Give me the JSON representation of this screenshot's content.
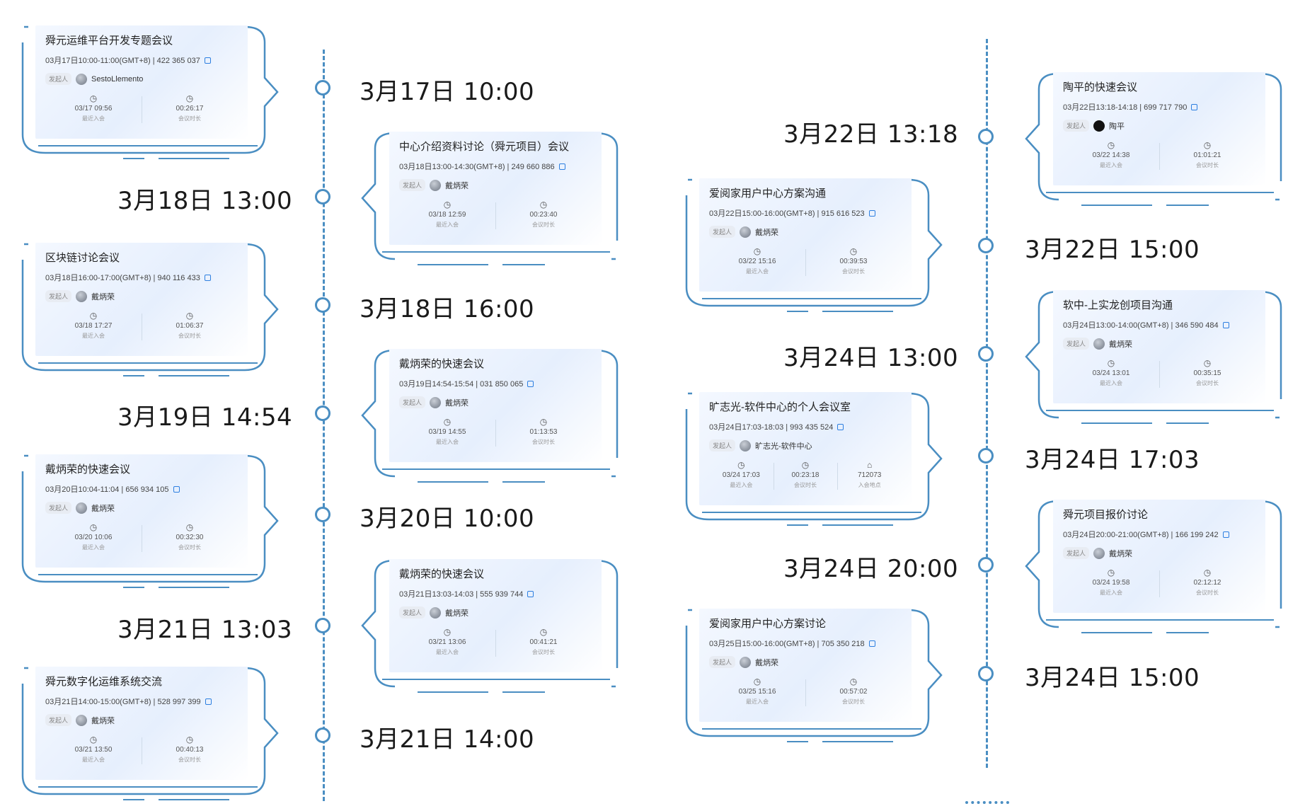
{
  "timeline_left": {
    "times": [
      "3月17日  10:00",
      "3月18日  13:00",
      "3月18日  16:00",
      "3月19日  14:54",
      "3月20日  10:00",
      "3月21日  13:03",
      "3月21日  14:00"
    ],
    "cards": [
      {
        "title": "舜元运维平台开发专题会议",
        "info": "03月17日10:00-11:00(GMT+8) | 422 365 037",
        "host_tag": "发起人",
        "host": "SestoLlemento",
        "stats": [
          {
            "icon": "clock",
            "value": "03/17 09:56",
            "label": "最近入会"
          },
          {
            "icon": "clock",
            "value": "00:26:17",
            "label": "会议时长"
          }
        ]
      },
      {
        "title": "中心介绍资料讨论（舜元项目）会议",
        "info": "03月18日13:00-14:30(GMT+8) | 249 660 886",
        "host_tag": "发起人",
        "host": "戴炳荣",
        "stats": [
          {
            "icon": "clock",
            "value": "03/18 12:59",
            "label": "最近入会"
          },
          {
            "icon": "clock",
            "value": "00:23:40",
            "label": "会议时长"
          }
        ]
      },
      {
        "title": "区块链讨论会议",
        "info": "03月18日16:00-17:00(GMT+8) | 940 116 433",
        "host_tag": "发起人",
        "host": "戴炳荣",
        "stats": [
          {
            "icon": "clock",
            "value": "03/18 17:27",
            "label": "最近入会"
          },
          {
            "icon": "clock",
            "value": "01:06:37",
            "label": "会议时长"
          }
        ]
      },
      {
        "title": "戴炳荣的快速会议",
        "info": "03月19日14:54-15:54 | 031 850 065",
        "host_tag": "发起人",
        "host": "戴炳荣",
        "stats": [
          {
            "icon": "clock",
            "value": "03/19 14:55",
            "label": "最近入会"
          },
          {
            "icon": "clock",
            "value": "01:13:53",
            "label": "会议时长"
          }
        ]
      },
      {
        "title": "戴炳荣的快速会议",
        "info": "03月20日10:04-11:04 | 656 934 105",
        "host_tag": "发起人",
        "host": "戴炳荣",
        "stats": [
          {
            "icon": "clock",
            "value": "03/20 10:06",
            "label": "最近入会"
          },
          {
            "icon": "clock",
            "value": "00:32:30",
            "label": "会议时长"
          }
        ]
      },
      {
        "title": "戴炳荣的快速会议",
        "info": "03月21日13:03-14:03 | 555 939 744",
        "host_tag": "发起人",
        "host": "戴炳荣",
        "stats": [
          {
            "icon": "clock",
            "value": "03/21 13:06",
            "label": "最近入会"
          },
          {
            "icon": "clock",
            "value": "00:41:21",
            "label": "会议时长"
          }
        ]
      },
      {
        "title": "舜元数字化运维系统交流",
        "info": "03月21日14:00-15:00(GMT+8) | 528 997 399",
        "host_tag": "发起人",
        "host": "戴炳荣",
        "stats": [
          {
            "icon": "clock",
            "value": "03/21 13:50",
            "label": "最近入会"
          },
          {
            "icon": "clock",
            "value": "00:40:13",
            "label": "会议时长"
          }
        ]
      }
    ]
  },
  "timeline_right": {
    "times": [
      "3月22日  13:18",
      "3月22日  15:00",
      "3月24日  13:00",
      "3月24日  17:03",
      "3月24日  20:00",
      "3月24日  15:00"
    ],
    "cards": [
      {
        "title": "陶平的快速会议",
        "info": "03月22日13:18-14:18 | 699 717 790",
        "host_tag": "发起人",
        "host": "陶平",
        "avatar_style": "black",
        "stats": [
          {
            "icon": "clock",
            "value": "03/22 14:38",
            "label": "最近入会"
          },
          {
            "icon": "clock",
            "value": "01:01:21",
            "label": "会议时长"
          }
        ]
      },
      {
        "title": "爱阅家用户中心方案沟通",
        "info": "03月22日15:00-16:00(GMT+8) | 915 616 523",
        "host_tag": "发起人",
        "host": "戴炳荣",
        "stats": [
          {
            "icon": "clock",
            "value": "03/22 15:16",
            "label": "最近入会"
          },
          {
            "icon": "clock",
            "value": "00:39:53",
            "label": "会议时长"
          }
        ]
      },
      {
        "title": "软中-上实龙创项目沟通",
        "info": "03月24日13:00-14:00(GMT+8) | 346 590 484",
        "host_tag": "发起人",
        "host": "戴炳荣",
        "stats": [
          {
            "icon": "clock",
            "value": "03/24 13:01",
            "label": "最近入会"
          },
          {
            "icon": "clock",
            "value": "00:35:15",
            "label": "会议时长"
          }
        ]
      },
      {
        "title": "旷志光-软件中心的个人会议室",
        "info": "03月24日17:03-18:03 | 993 435 524",
        "host_tag": "发起人",
        "host": "旷志光-软件中心",
        "stats": [
          {
            "icon": "clock",
            "value": "03/24 17:03",
            "label": "最近入会"
          },
          {
            "icon": "clock",
            "value": "00:23:18",
            "label": "会议时长"
          },
          {
            "icon": "house",
            "value": "712073",
            "label": "入会地点"
          }
        ]
      },
      {
        "title": "舜元项目报价讨论",
        "info": "03月24日20:00-21:00(GMT+8) | 166 199 242",
        "host_tag": "发起人",
        "host": "戴炳荣",
        "stats": [
          {
            "icon": "clock",
            "value": "03/24 19:58",
            "label": "最近入会"
          },
          {
            "icon": "clock",
            "value": "02:12:12",
            "label": "会议时长"
          }
        ]
      },
      {
        "title": "爱阅家用户中心方案讨论",
        "info": "03月25日15:00-16:00(GMT+8) | 705 350 218",
        "host_tag": "发起人",
        "host": "戴炳荣",
        "stats": [
          {
            "icon": "clock",
            "value": "03/25 15:16",
            "label": "最近入会"
          },
          {
            "icon": "clock",
            "value": "00:57:02",
            "label": "会议时长"
          }
        ]
      }
    ]
  }
}
